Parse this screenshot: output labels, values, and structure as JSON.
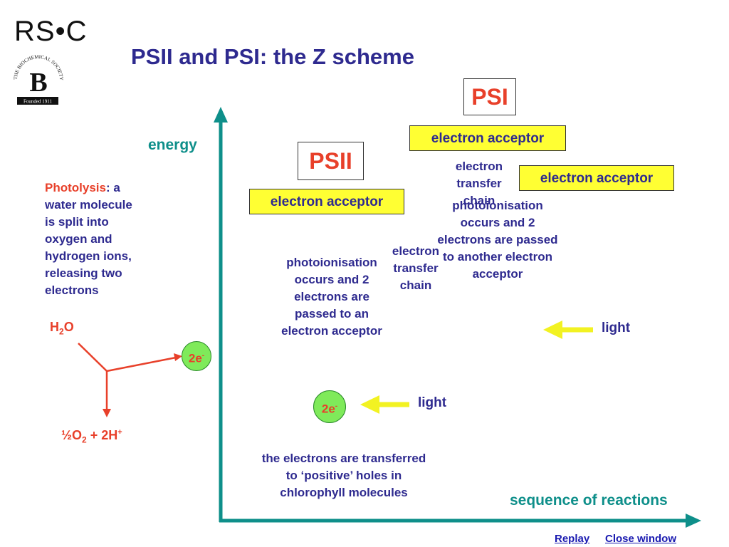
{
  "logo": {
    "rsc": "RS•C",
    "society_ring": "THE BIOCHEMICAL SOCIETY",
    "letter": "B",
    "founded": "Founded 1911"
  },
  "title": "PSII and PSI: the Z scheme",
  "axes": {
    "y_label": "energy",
    "x_label": "sequence of reactions"
  },
  "psi": {
    "label": "PSI",
    "acceptor_1": "electron acceptor",
    "acceptor_2": "electron acceptor",
    "chain": [
      "electron",
      "transfer",
      "chain"
    ],
    "photoionisation": [
      "photoionisation",
      "occurs and 2",
      "electrons are passed",
      "to another electron",
      "acceptor"
    ]
  },
  "psii": {
    "label": "PSII",
    "acceptor": "electron acceptor",
    "chain": [
      "electron",
      "transfer",
      "chain"
    ],
    "photoionisation": [
      "photoionisation",
      "occurs and 2",
      "electrons are",
      "passed to an",
      "electron acceptor"
    ]
  },
  "photolysis": {
    "term": "Photolysis",
    "rest": ": a",
    "lines": [
      "water molecule",
      "is split into",
      "oxygen and",
      "hydrogen ions,",
      "releasing two",
      "electrons"
    ]
  },
  "water": {
    "h": "H",
    "sub": "2",
    "o": "O"
  },
  "products": {
    "half": "½O",
    "sub": "2",
    "rest": " + 2H",
    "sup": "+"
  },
  "electrons": {
    "base": "2e",
    "sup": "-"
  },
  "light_labels": {
    "psi": "light",
    "psii": "light"
  },
  "holes_text": [
    "the electrons are transferred",
    "to ‘positive’ holes in",
    "chlorophyll molecules"
  ],
  "nav": {
    "replay": "Replay",
    "close": "Close window"
  },
  "colors": {
    "navy": "#2e2a8f",
    "teal": "#0e8f8a",
    "orange": "#e8402a",
    "yellow": "#ffff33",
    "green": "#7fea5a"
  }
}
